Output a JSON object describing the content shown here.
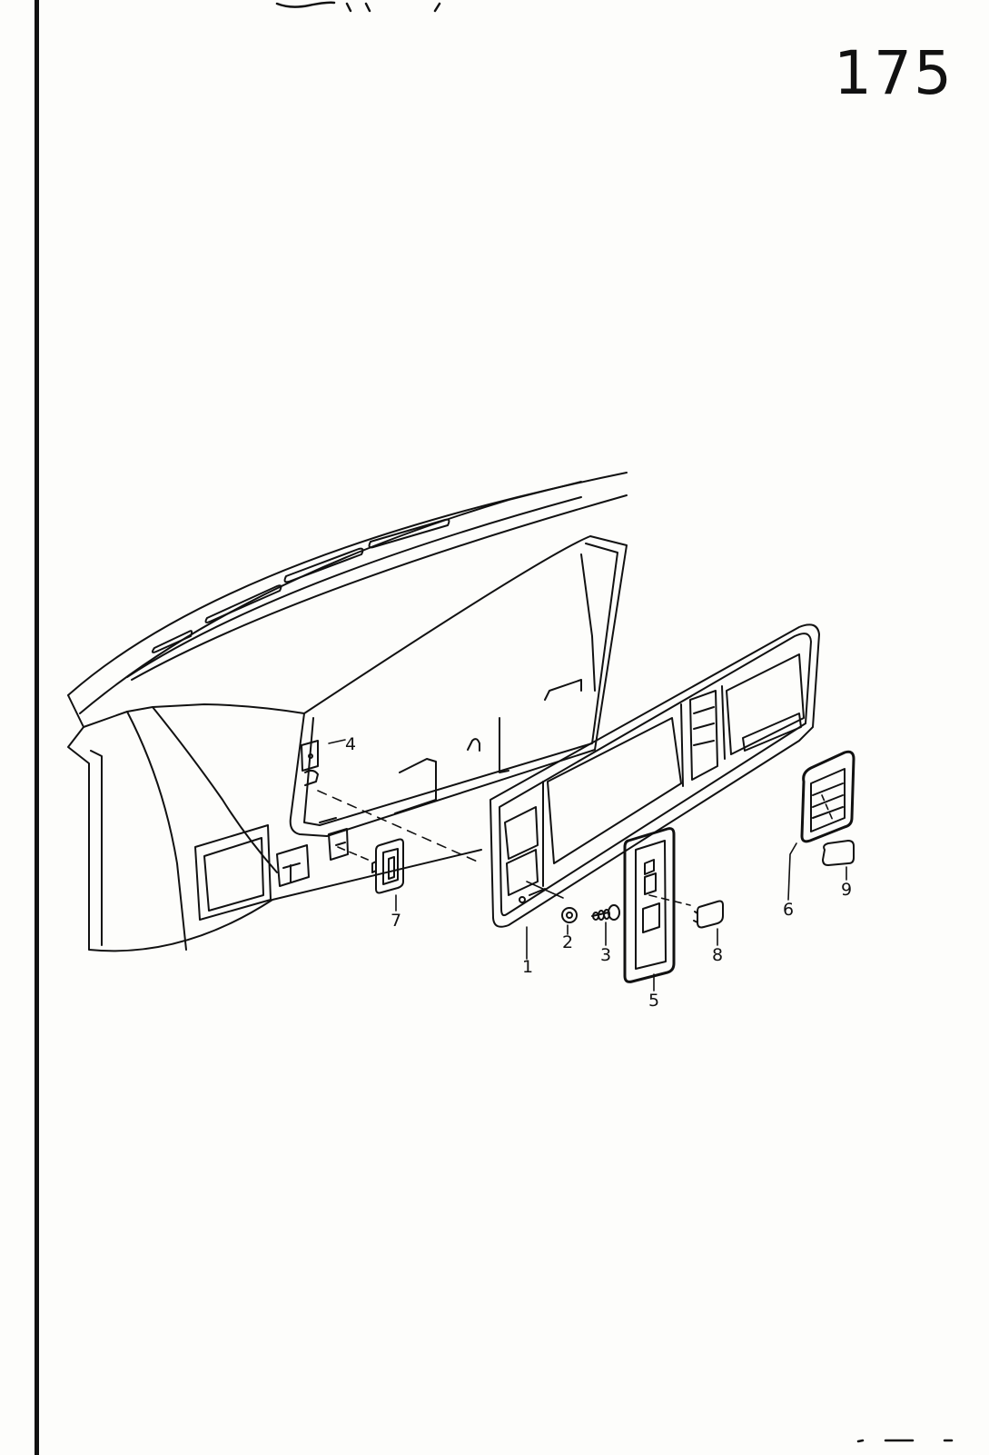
{
  "page": {
    "number": "175",
    "description": "Exploded parts diagram: dashboard / instrument cluster trim bezel and switch panels"
  },
  "diagram": {
    "type": "exploded-parts-diagram",
    "callouts": [
      {
        "id": "1",
        "label": "1",
        "part": "instrument cluster bezel / trim frame"
      },
      {
        "id": "2",
        "label": "2",
        "part": "washer"
      },
      {
        "id": "3",
        "label": "3",
        "part": "screw"
      },
      {
        "id": "4",
        "label": "4",
        "part": "mounting clip"
      },
      {
        "id": "5",
        "label": "5",
        "part": "switch panel insert"
      },
      {
        "id": "6",
        "label": "6",
        "part": "air vent outlet"
      },
      {
        "id": "7",
        "label": "7",
        "part": "small switch / trim insert"
      },
      {
        "id": "8",
        "label": "8",
        "part": "blanking cap"
      },
      {
        "id": "9",
        "label": "9",
        "part": "blanking cap"
      }
    ]
  }
}
